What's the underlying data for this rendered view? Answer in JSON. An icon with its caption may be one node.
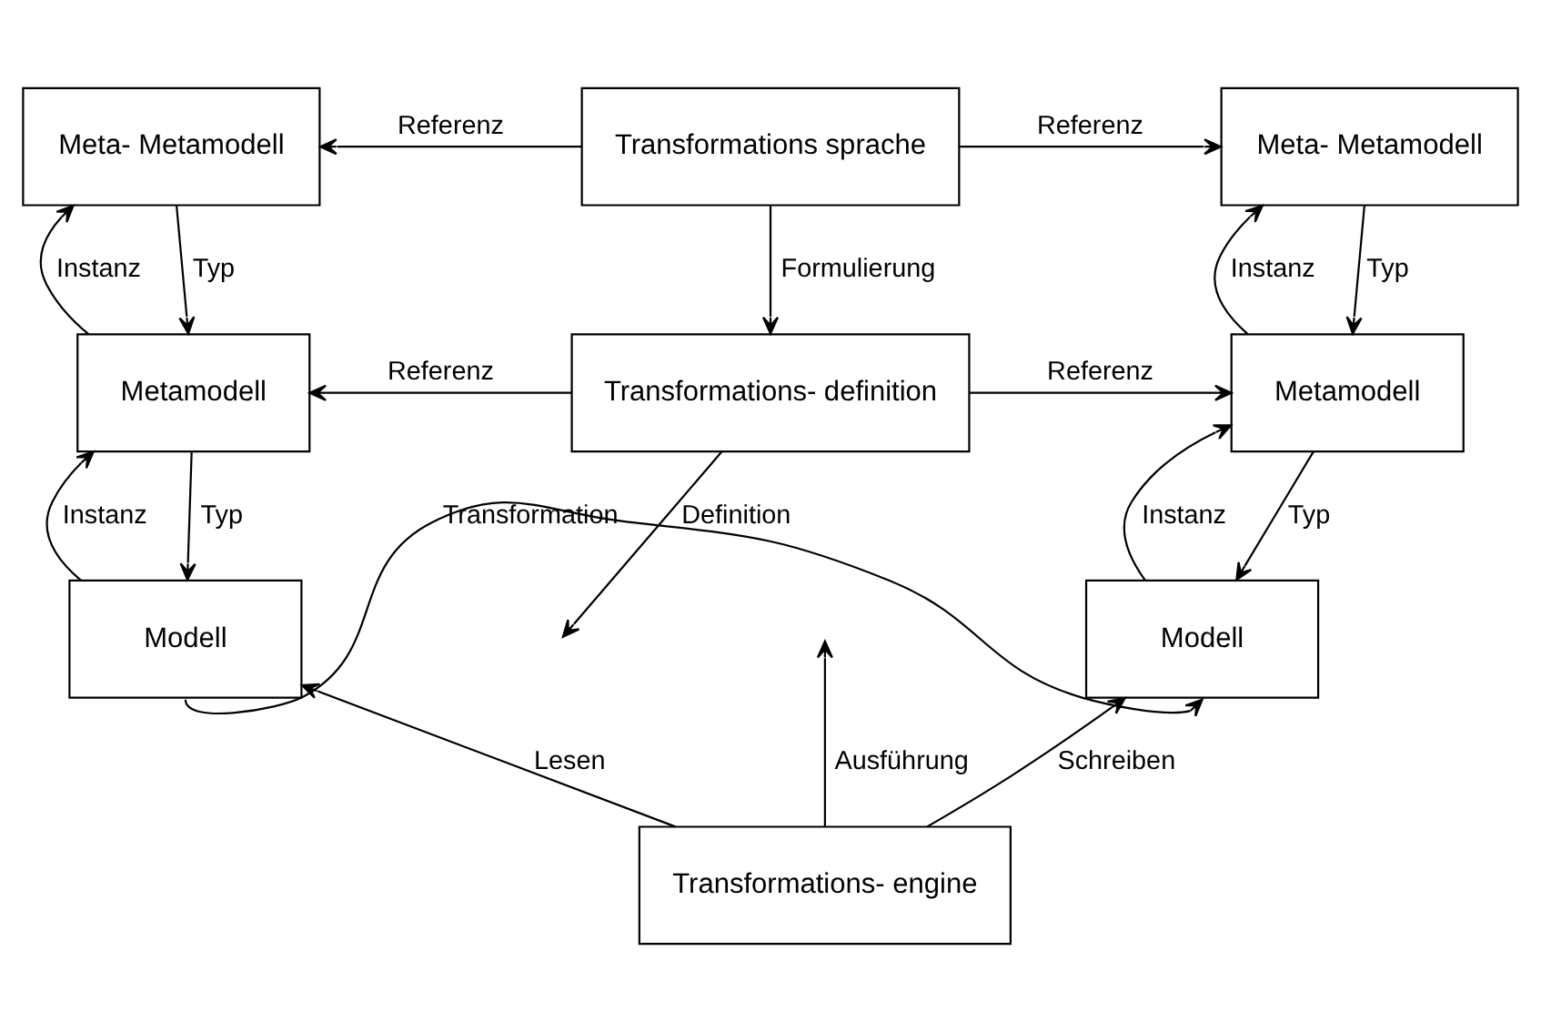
{
  "diagram": {
    "nodes": [
      {
        "text": [
          "Meta- Metamodell"
        ]
      },
      {
        "text": [
          "Transformations sprache"
        ]
      },
      {
        "text": [
          "Meta- Metamodell"
        ]
      },
      {
        "text": [
          "Metamodell"
        ]
      },
      {
        "text": [
          "Transformations- definition"
        ]
      },
      {
        "text": [
          "Metamodell"
        ]
      },
      {
        "text": [
          "Modell"
        ]
      },
      {
        "text": [
          "Modell"
        ]
      },
      {
        "text": [
          "Transformations- engine"
        ]
      }
    ],
    "edges": [
      {
        "from": 1,
        "to": 0,
        "arrow": "to",
        "label": "Referenz"
      },
      {
        "from": 1,
        "to": 2,
        "arrow": "to",
        "label": "Referenz"
      },
      {
        "from": 1,
        "to": 4,
        "arrow": "to",
        "label": "Formulierung"
      },
      {
        "from": 0,
        "to": 3,
        "arrow": "to",
        "label": "Typ"
      },
      {
        "from": 3,
        "to": 0,
        "arrow": "to",
        "label": "Instanz"
      },
      {
        "from": 2,
        "to": 5,
        "arrow": "to",
        "label": "Typ"
      },
      {
        "from": 5,
        "to": 2,
        "arrow": "to",
        "label": "Instanz"
      },
      {
        "from": 4,
        "to": 3,
        "arrow": "to",
        "label": "Referenz"
      },
      {
        "from": 4,
        "to": 5,
        "arrow": "to",
        "label": "Referenz"
      },
      {
        "from": 3,
        "to": 6,
        "arrow": "to",
        "label": "Typ"
      },
      {
        "from": 6,
        "to": 3,
        "arrow": "to",
        "label": "Instanz"
      },
      {
        "from": 5,
        "to": 7,
        "arrow": "to",
        "label": "Typ"
      },
      {
        "from": 7,
        "to": 5,
        "arrow": "to",
        "label": "Instanz"
      },
      {
        "from": 4,
        "to": null,
        "arrow": "to",
        "label": "Definition"
      },
      {
        "from": 6,
        "to": 7,
        "arrow": "to",
        "label": "Transformation"
      },
      {
        "from": 8,
        "to": null,
        "arrow": "to",
        "label": "Ausführung"
      },
      {
        "from": 8,
        "to": 6,
        "arrow": "to",
        "label": "Lesen"
      },
      {
        "from": 8,
        "to": 7,
        "arrow": "to",
        "label": "Schreiben"
      }
    ]
  }
}
